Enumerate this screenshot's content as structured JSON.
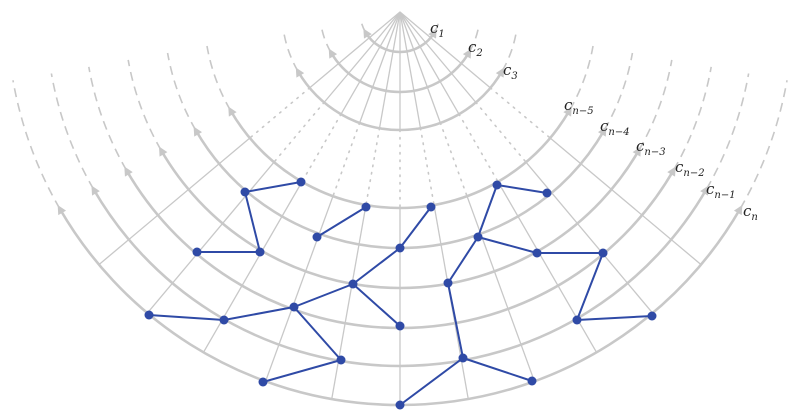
{
  "diagram": {
    "curve_labels": [
      {
        "base": "c",
        "sub": "1"
      },
      {
        "base": "c",
        "sub": "2"
      },
      {
        "base": "c",
        "sub": "3"
      },
      {
        "base": "c",
        "sub": "n−5"
      },
      {
        "base": "c",
        "sub": "n−4"
      },
      {
        "base": "c",
        "sub": "n−3"
      },
      {
        "base": "c",
        "sub": "n−2"
      },
      {
        "base": "c",
        "sub": "n−1"
      },
      {
        "base": "c",
        "sub": "n"
      }
    ],
    "colors": {
      "grid": "#c8c8c8",
      "graph": "#2f4aa6"
    }
  }
}
